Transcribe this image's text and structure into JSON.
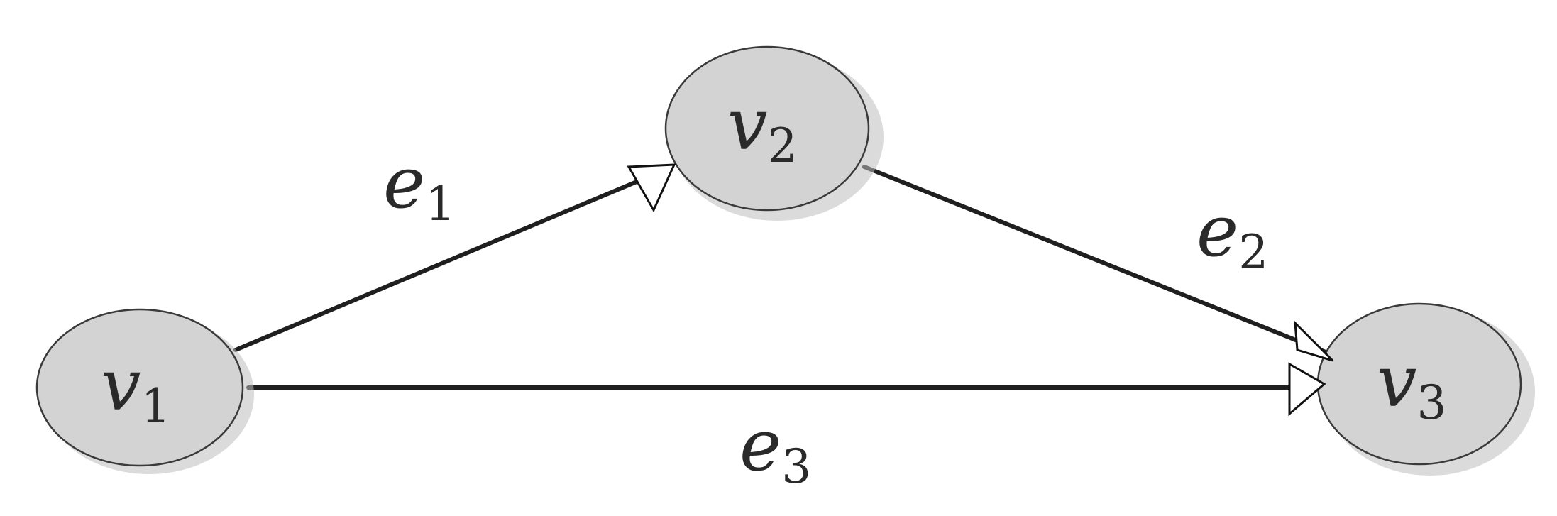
{
  "graph": {
    "nodes": [
      {
        "id": "v1",
        "base": "v",
        "sub": "1"
      },
      {
        "id": "v2",
        "base": "v",
        "sub": "2"
      },
      {
        "id": "v3",
        "base": "v",
        "sub": "3"
      }
    ],
    "edges": [
      {
        "id": "e1",
        "base": "e",
        "sub": "1",
        "from": "v1",
        "to": "v2"
      },
      {
        "id": "e2",
        "base": "e",
        "sub": "2",
        "from": "v2",
        "to": "v3"
      },
      {
        "id": "e3",
        "base": "e",
        "sub": "3",
        "from": "v1",
        "to": "v3"
      }
    ]
  },
  "colors": {
    "node_fill": "#d3d3d3",
    "node_stroke": "#3a3a3a",
    "edge": "#1f1f1f",
    "arrow_fill": "#ffffff",
    "text": "#2a2a2a"
  }
}
